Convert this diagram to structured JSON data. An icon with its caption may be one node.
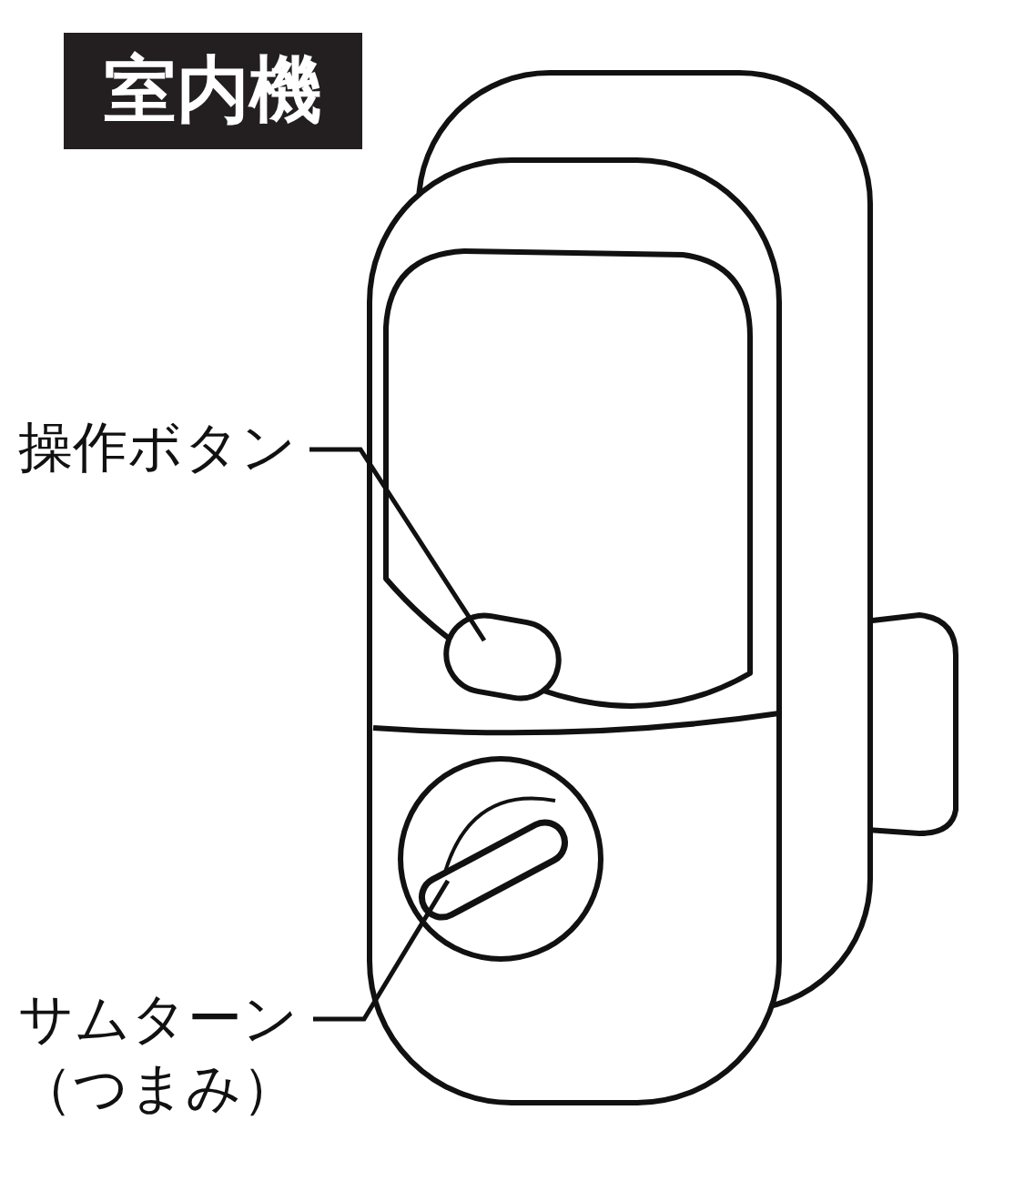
{
  "diagram": {
    "title": "室内機",
    "nodes": [
      {
        "text": [
          "操作ボタン"
        ]
      },
      {
        "text": [],
        "shape": "box"
      },
      {
        "text": [
          "サムターン（つまみ）"
        ]
      },
      {
        "text": [],
        "shape": "bar"
      }
    ],
    "edges": [
      {
        "from": 0,
        "to": 1,
        "arrow": "none"
      },
      {
        "from": 2,
        "to": 3,
        "arrow": "none"
      }
    ]
  }
}
